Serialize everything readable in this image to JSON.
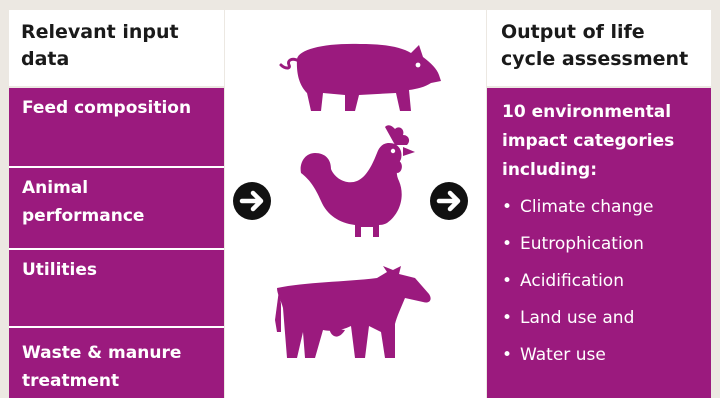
{
  "left": {
    "header": "Relevant input data",
    "items": [
      {
        "label": "Feed composition"
      },
      {
        "label": "Animal performance"
      },
      {
        "label": "Utilities"
      },
      {
        "label": "Waste & manure treatment"
      }
    ]
  },
  "right": {
    "header": "Output of life cycle assessment",
    "heading": "10 environmental impact categories including:",
    "bullets": [
      "Climate change",
      "Eutrophication",
      "Acidification",
      "Land use and",
      "Water use"
    ]
  },
  "icons": [
    "pig-icon",
    "rooster-icon",
    "cow-icon",
    "arrow-right-icon",
    "arrow-right-icon"
  ],
  "colors": {
    "accent": "#9b1a7e",
    "background": "#ece8e2",
    "panel": "#ffffff",
    "arrow": "#111111"
  }
}
